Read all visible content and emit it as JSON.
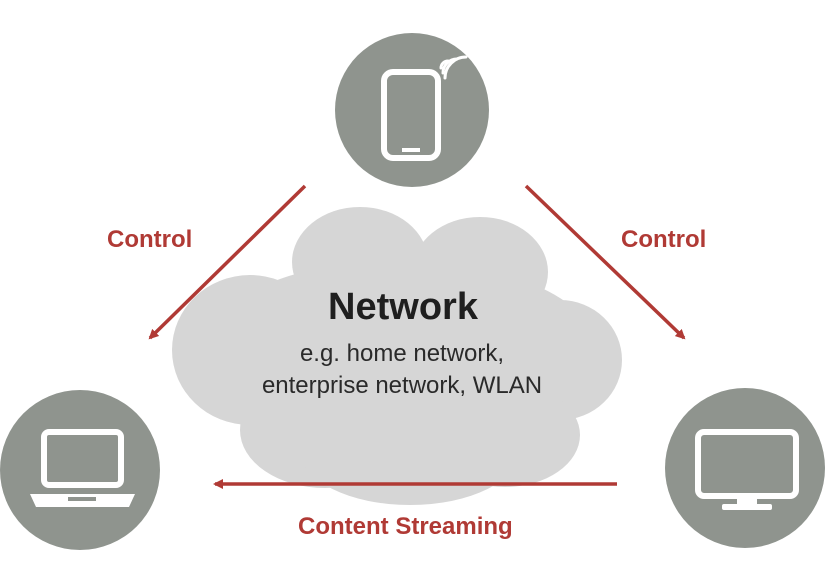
{
  "diagram": {
    "cloud": {
      "title": "Network",
      "line1": "e.g. home network,",
      "line2": "enterprise network, WLAN"
    },
    "edges": {
      "control_left": "Control",
      "control_right": "Control",
      "streaming": "Content Streaming"
    },
    "nodes": [
      {
        "id": "smartphone",
        "icon": "smartphone-wifi-icon"
      },
      {
        "id": "laptop",
        "icon": "laptop-icon"
      },
      {
        "id": "monitor",
        "icon": "monitor-icon"
      }
    ]
  },
  "colors": {
    "accent": "#b03a35",
    "node_circle": "#8f948e",
    "cloud": "#d6d6d6",
    "icon": "#ffffff"
  }
}
